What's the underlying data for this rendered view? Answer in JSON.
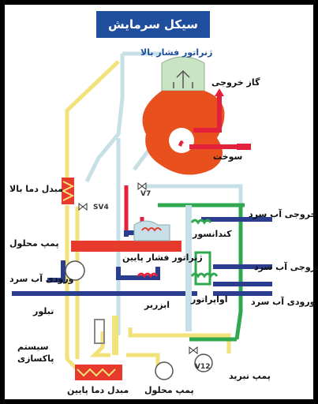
{
  "title": "سیکل سرمایش",
  "labels": {
    "hp_generator": "ژنراتور فشار بالا",
    "exhaust_gas": "گاز خروجی",
    "fuel": "سوخت",
    "hot_chilled_exchanger_high": "مبدل دما بالا",
    "solution_pump_top": "پمپ محلول",
    "cold_water_inlet_left": "ورودی آب سرد",
    "crystallizer": "تبلور",
    "purge_system_1": "سیستم",
    "purge_system_2": "پاکسازی",
    "low_temp_exchanger": "مبدل دما پایین",
    "solution_pump_bottom": "پمپ محلول",
    "refrigerant_pump": "پمپ تبرید",
    "lp_generator": "ژنراتور فشار پایین",
    "condenser": "کندانسور",
    "absorber": "ابزربر",
    "evaporator": "اواپراتور",
    "cold_water_outlet_top": "خروجی آب سرد",
    "cold_water_outlet_right": "خروجی آب سرد",
    "cold_water_inlet_right": "ورودی آب سرد",
    "valve_v7": "V7",
    "valve_sv4": "SV4",
    "valve_v12": "V12"
  },
  "colors": {
    "title_bg": "#1f4e9c",
    "generator": "#e8501e",
    "dome": "#c9e4c3",
    "hot_water_pipe": "#2a3d8f",
    "red_pipe": "#e3213d",
    "yellow_pipe": "#f2e27a",
    "green_pipe": "#2fa84f",
    "light_pipe": "#c7e0e8",
    "tank_red": "#e53a2c",
    "tank_blue": "#2a4fa8"
  }
}
